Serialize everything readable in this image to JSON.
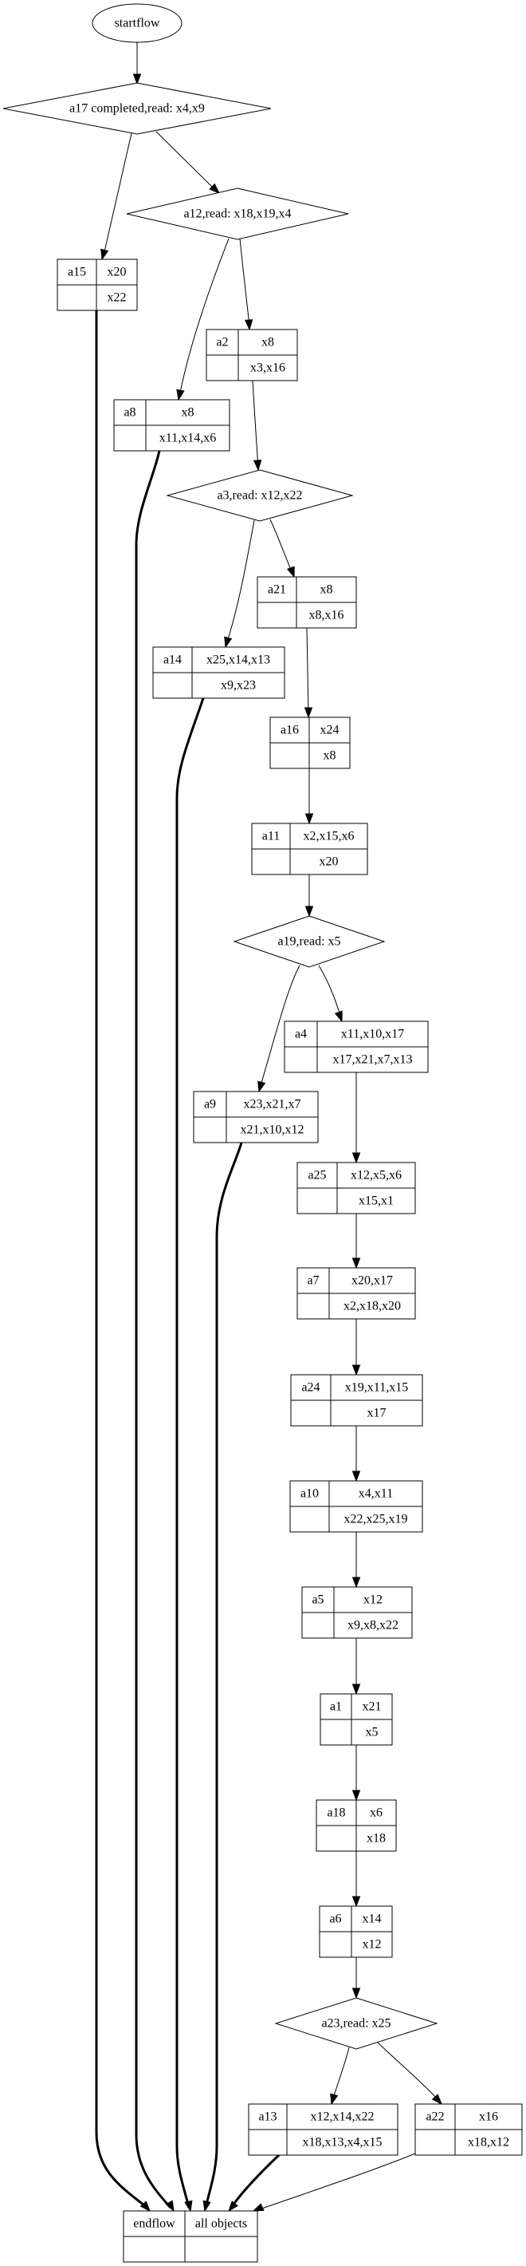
{
  "diagram": {
    "title": "flow graph",
    "start": {
      "id": "startflow",
      "label": "startflow"
    },
    "decisions": [
      {
        "id": "a17",
        "label": "a17 completed,read: x4,x9"
      },
      {
        "id": "a12",
        "label": "a12,read: x18,x19,x4"
      },
      {
        "id": "a3",
        "label": "a3,read: x12,x22"
      },
      {
        "id": "a19",
        "label": "a19,read: x5"
      },
      {
        "id": "a23",
        "label": "a23,read: x25"
      }
    ],
    "activities": [
      {
        "id": "a15",
        "name": "a15",
        "reads": "x20",
        "writes": "x22"
      },
      {
        "id": "a2",
        "name": "a2",
        "reads": "x8",
        "writes": "x3,x16"
      },
      {
        "id": "a8",
        "name": "a8",
        "reads": "x8",
        "writes": "x11,x14,x6"
      },
      {
        "id": "a21",
        "name": "a21",
        "reads": "x8",
        "writes": "x8,x16"
      },
      {
        "id": "a14",
        "name": "a14",
        "reads": "x25,x14,x13",
        "writes": "x9,x23"
      },
      {
        "id": "a16",
        "name": "a16",
        "reads": "x24",
        "writes": "x8"
      },
      {
        "id": "a11",
        "name": "a11",
        "reads": "x2,x15,x6",
        "writes": "x20"
      },
      {
        "id": "a4",
        "name": "a4",
        "reads": "x11,x10,x17",
        "writes": "x17,x21,x7,x13"
      },
      {
        "id": "a9",
        "name": "a9",
        "reads": "x23,x21,x7",
        "writes": "x21,x10,x12"
      },
      {
        "id": "a25",
        "name": "a25",
        "reads": "x12,x5,x6",
        "writes": "x15,x1"
      },
      {
        "id": "a7",
        "name": "a7",
        "reads": "x20,x17",
        "writes": "x2,x18,x20"
      },
      {
        "id": "a24",
        "name": "a24",
        "reads": "x19,x11,x15",
        "writes": "x17"
      },
      {
        "id": "a10",
        "name": "a10",
        "reads": "x4,x11",
        "writes": "x22,x25,x19"
      },
      {
        "id": "a5",
        "name": "a5",
        "reads": "x12",
        "writes": "x9,x8,x22"
      },
      {
        "id": "a1",
        "name": "a1",
        "reads": "x21",
        "writes": "x5"
      },
      {
        "id": "a18",
        "name": "a18",
        "reads": "x6",
        "writes": "x18"
      },
      {
        "id": "a6",
        "name": "a6",
        "reads": "x14",
        "writes": "x12"
      },
      {
        "id": "a13",
        "name": "a13",
        "reads": "x12,x14,x22",
        "writes": "x18,x13,x4,x15"
      },
      {
        "id": "a22",
        "name": "a22",
        "reads": "x16",
        "writes": "x18,x12"
      }
    ],
    "end": {
      "id": "endflow",
      "name": "endflow",
      "reads": "all objects",
      "writes": ""
    },
    "edges": [
      {
        "from": "startflow",
        "to": "a17",
        "style": "normal"
      },
      {
        "from": "a17",
        "to": "a15",
        "style": "normal"
      },
      {
        "from": "a17",
        "to": "a12",
        "style": "normal"
      },
      {
        "from": "a12",
        "to": "a8",
        "style": "normal"
      },
      {
        "from": "a12",
        "to": "a2",
        "style": "normal"
      },
      {
        "from": "a2",
        "to": "a3",
        "style": "normal"
      },
      {
        "from": "a3",
        "to": "a14",
        "style": "normal"
      },
      {
        "from": "a3",
        "to": "a21",
        "style": "normal"
      },
      {
        "from": "a21",
        "to": "a16",
        "style": "normal"
      },
      {
        "from": "a16",
        "to": "a11",
        "style": "normal"
      },
      {
        "from": "a11",
        "to": "a19",
        "style": "normal"
      },
      {
        "from": "a19",
        "to": "a9",
        "style": "normal"
      },
      {
        "from": "a19",
        "to": "a4",
        "style": "normal"
      },
      {
        "from": "a4",
        "to": "a25",
        "style": "normal"
      },
      {
        "from": "a25",
        "to": "a7",
        "style": "normal"
      },
      {
        "from": "a7",
        "to": "a24",
        "style": "normal"
      },
      {
        "from": "a24",
        "to": "a10",
        "style": "normal"
      },
      {
        "from": "a10",
        "to": "a5",
        "style": "normal"
      },
      {
        "from": "a5",
        "to": "a1",
        "style": "normal"
      },
      {
        "from": "a1",
        "to": "a18",
        "style": "normal"
      },
      {
        "from": "a18",
        "to": "a6",
        "style": "normal"
      },
      {
        "from": "a6",
        "to": "a23",
        "style": "normal"
      },
      {
        "from": "a23",
        "to": "a13",
        "style": "normal"
      },
      {
        "from": "a23",
        "to": "a22",
        "style": "normal"
      },
      {
        "from": "a15",
        "to": "endflow",
        "style": "bold"
      },
      {
        "from": "a8",
        "to": "endflow",
        "style": "bold"
      },
      {
        "from": "a14",
        "to": "endflow",
        "style": "bold"
      },
      {
        "from": "a9",
        "to": "endflow",
        "style": "bold"
      },
      {
        "from": "a13",
        "to": "endflow",
        "style": "bold"
      },
      {
        "from": "a22",
        "to": "endflow",
        "style": "normal"
      }
    ]
  }
}
